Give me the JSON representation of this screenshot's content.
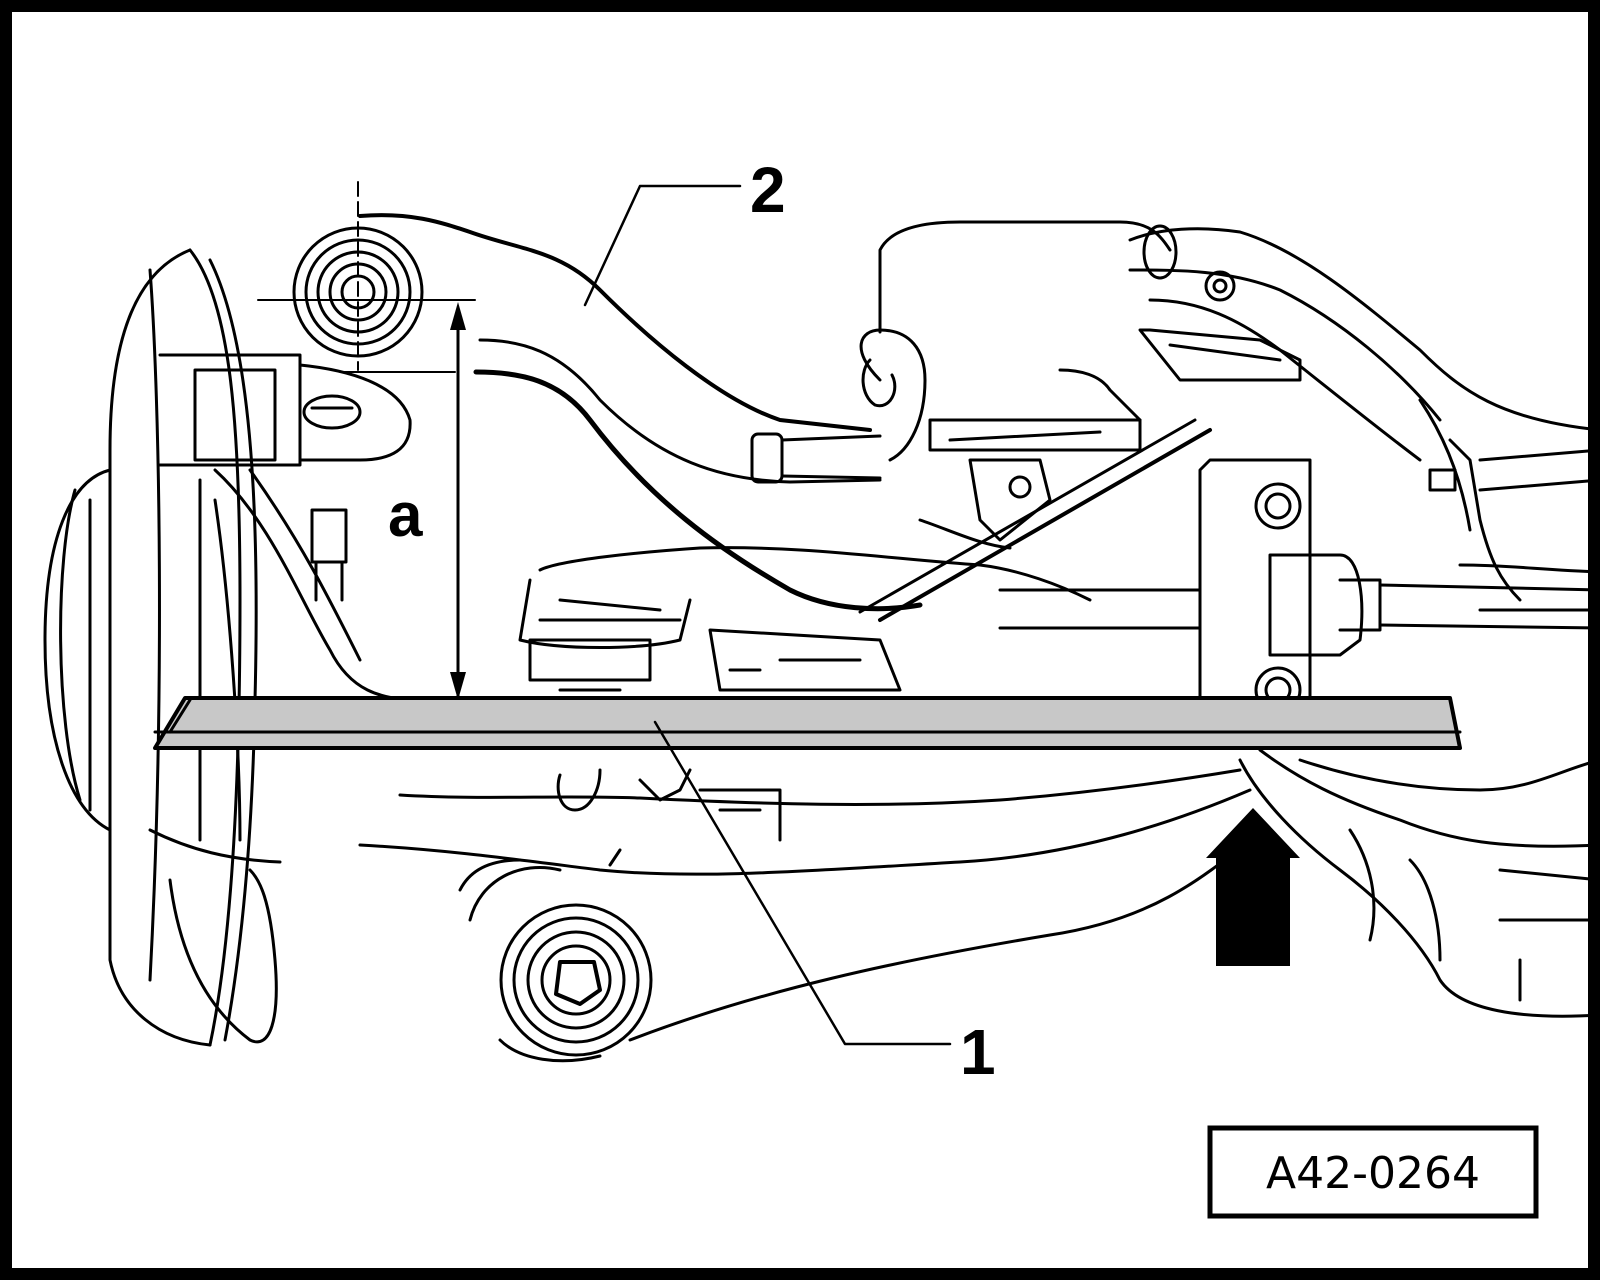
{
  "figure": {
    "callouts": {
      "item_1": "1",
      "item_2": "2",
      "dimension_a": "a"
    },
    "reference_code": "A42-0264"
  }
}
